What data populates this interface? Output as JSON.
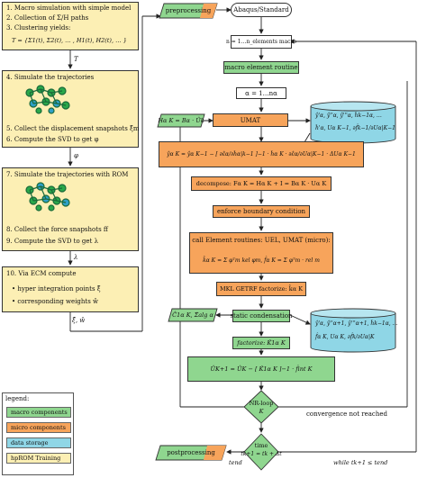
{
  "left_column": {
    "stage1": [
      "1.  Macro simulation with simple model",
      "2.  Collection of Σ/H paths",
      "3.  Clustering yields:",
      "T = {Σ1(t), Σ2(t), … , H1(t), H2(t), … }"
    ],
    "arrow1_label": "T",
    "stage2": [
      "4.  Simulate the trajectories",
      "5.  Collect the displacement snapshots ξ̂m",
      "6.  Compute the SVD to get φ"
    ],
    "arrow2_label": "φ",
    "stage3": [
      "7.  Simulate the trajectories with ROM",
      "8.  Collect the force snapshots ff",
      "9.  Compute the SVD to get λ"
    ],
    "arrow3_label": "λ",
    "stage4": [
      "10.  Via ECM compute",
      "hyper integration points ξ̂",
      "corresponding weights ŵ"
    ],
    "output_label": "ξ̂, ŵ"
  },
  "flow": {
    "preprocessing": "preprocessing",
    "abaqus": "Abaqus/Standard",
    "n_loop": "n = 1…n_elements macro",
    "macro_routine": "macro element routine",
    "alpha_loop": "α = 1…nα",
    "umat": "UMAT",
    "umat_input": "Hα K = Bα · Ûk",
    "storage_top": [
      "ŷ'α, ŷ''α, ŷ'''α, ĥk−1α, …",
      "ĥ'α, Uα K−1, ∂f̂k−1/∂Uα|K−1"
    ],
    "update_eq": "ŷα K = ŷα K−1 − [ ∂ε̂α/∂ĥα|k−1 ]−1 · ĥα K · ∂ε̂α/∂Uα|K−1 · ΔUα K−1",
    "decompose": "decompose: Fα K = Hα K + I = Bα K · Uα K",
    "boundary": "enforce boundary condition",
    "element_routines": "call Element routines: UEL, UMAT (micro):",
    "element_eq": "k̂α K = Σ φᵀm kel φm,   f̂α K = Σ φᵀm · rel m",
    "mkl": "MKL GETRF factorize: k̂α K",
    "stiffness_out": "Ĉ1α K, Σ̂alg α",
    "static_cond": "static condensation",
    "storage_bottom": [
      "ŷ'α, ŷ''α+1, ŷ'''α+1, ĥk−1α, …",
      "f̂α K, Uα K, ∂f̂k/∂Uα|K"
    ],
    "factorize": "factorize: K̂1α K",
    "solve_eq": "ÛK+1 = ÛK − [ K̂1α K ]−1 · f̂int K",
    "nr_loop": "NR-loop",
    "nr_var": "K",
    "convergence": "convergence not reached",
    "postprocessing": "postprocessing",
    "tend": "tend",
    "time": "time",
    "time_eq": "tk+1 = tk + Δt",
    "while": "while tk+1 ≤ tend"
  },
  "legend": {
    "title": "legend:",
    "items": [
      "macro components",
      "micro components",
      "data storage",
      "hpROM Training"
    ],
    "colors": {
      "macro": "#8fd68f",
      "micro": "#f7a45b",
      "storage": "#8fd6e6",
      "training": "#fcefb4"
    }
  }
}
